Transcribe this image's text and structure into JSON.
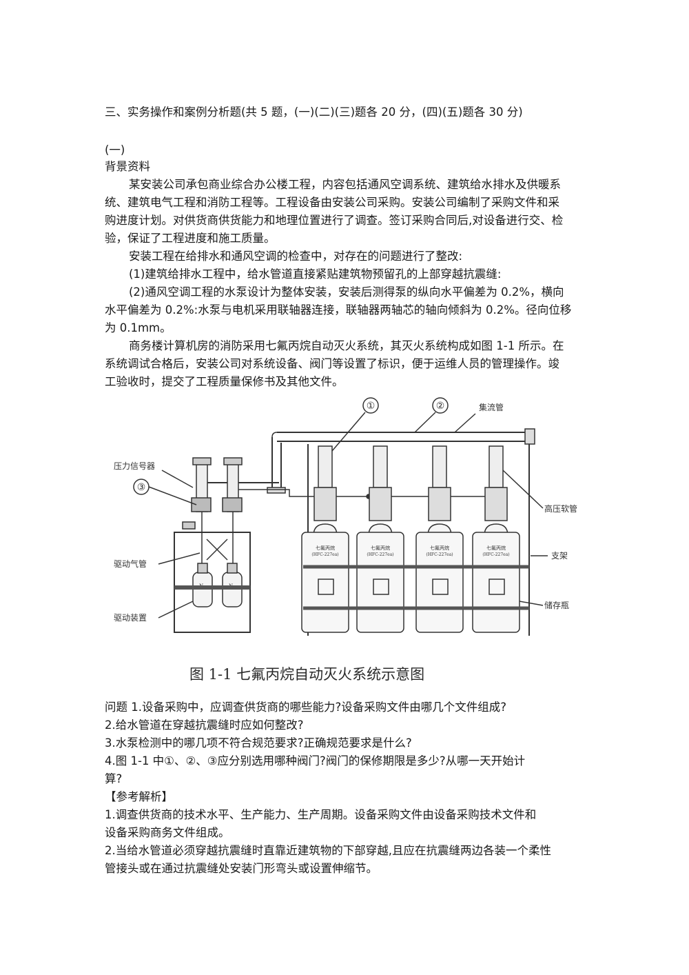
{
  "section_heading": "三、实务操作和案例分析题(共 5 题，(一)(二)(三)题各 20 分，(四)(五)题各 30 分)",
  "case_label": "(一)",
  "background_label": "背景资料",
  "paragraphs": [
    "某安装公司承包商业综合办公楼工程，内容包括通风空调系统、建筑给水排水及供暖系",
    "统、建筑电气工程和消防工程等。工程设备由安装公司采购。安装公司编制了采购文件和采",
    "购进度计划。对供货商供货能力和地理位置进行了调查。签订采购合同后,对设备进行交、检",
    "验，保证了工程进度和施工质量。",
    "安装工程在给排水和通风空调的检查中，对存在的问题进行了整改:",
    "(1)建筑给排水工程中，给水管道直接紧贴建筑物预留孔的上部穿越抗震缝:",
    "(2)通风空调工程的水泵设计为整体安装，安装后测得泵的纵向水平偏差为 0.2%，横向",
    "水平偏差为 0.2%:水泵与电机采用联轴器连接，联轴器两轴芯的轴向倾斜为 0.2%。径向位移",
    "为 0.1mm。",
    "商务楼计算机房的消防采用七氟丙烷自动灭火系统，其灭火系统构成如图 1-1 所示。在",
    "系统调试合格后，安装公司对系统设备、阀门等设置了标识，便于运维人员的管理操作。竣",
    "工验收时，提交了工程质量保修书及其他文件。"
  ],
  "figure": {
    "caption": "图 1-1  七氟丙烷自动灭火系统示意图",
    "labels": {
      "marker1": "①",
      "marker2": "②",
      "marker3": "③",
      "manifold": "集流管",
      "pressure_switch": "压力信号器",
      "hose": "高压软管",
      "drive_gas_pipe": "驱动气管",
      "bracket": "支架",
      "drive_device": "驱动装置",
      "storage_bottle": "储存瓶"
    },
    "bottle_label_line1": "七氟丙烷",
    "bottle_label_line2": "(HFC-227ea)",
    "n2_label": "N₂"
  },
  "questions": [
    "问题 1.设备采购中，应调查供货商的哪些能力?设备采购文件由哪几个文件组成?",
    "2.给水管道在穿越抗震缝时应如何整改?",
    "3.水泵检测中的哪几项不符合规范要求?正确规范要求是什么?",
    "4.图  1-1  中①、②、③应分别选用哪种阀门?阀门的保修期限是多少?从哪一天开始计",
    "算?"
  ],
  "answer_heading": "【参考解析】",
  "answers": [
    "1.调查供货商的技术水平、生产能力、生产周期。设备采购文件由设备采购技术文件和",
    "设备采购商务文件组成。",
    "2.当给水管道必须穿越抗震缝时直靠近建筑物的下部穿越,且应在抗震缝两边各装一个柔性",
    "管接头或在通过抗震缝处安装门形弯头或设置伸缩节。"
  ]
}
